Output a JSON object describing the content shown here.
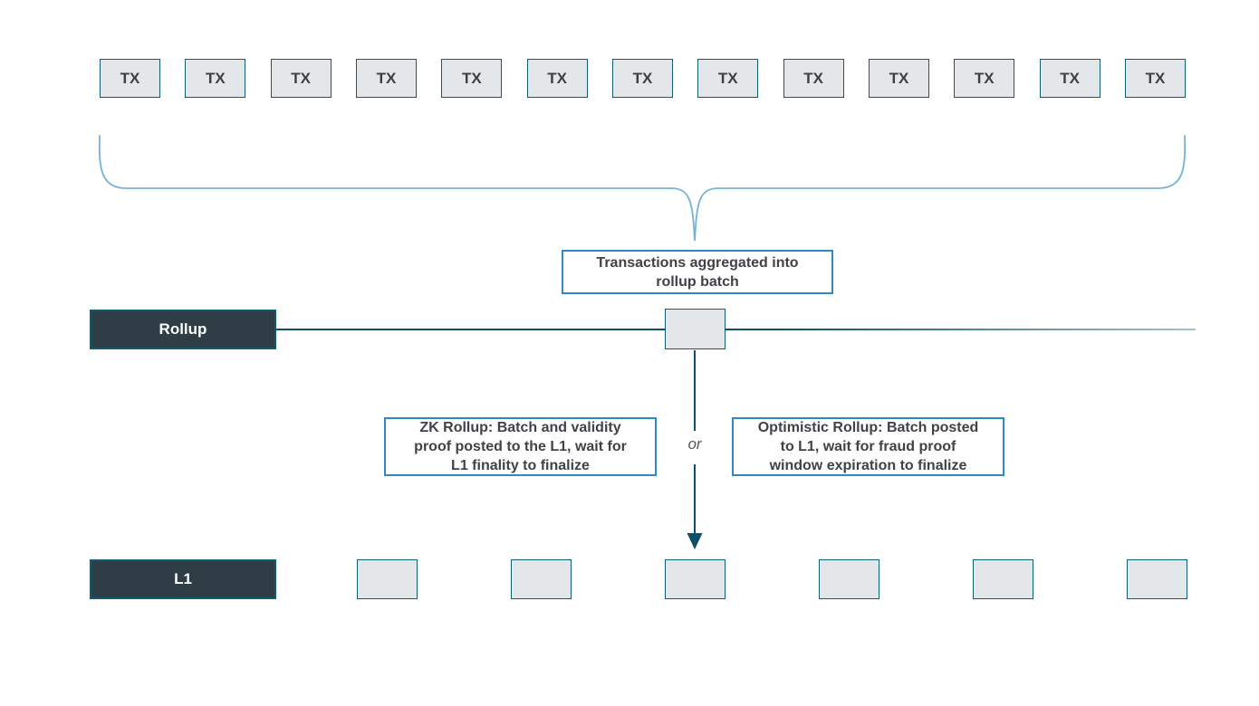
{
  "diagram": {
    "tx_row": {
      "blocks": [
        {
          "label": "TX"
        },
        {
          "label": "TX"
        },
        {
          "label": "TX"
        },
        {
          "label": "TX"
        },
        {
          "label": "TX"
        },
        {
          "label": "TX"
        },
        {
          "label": "TX"
        },
        {
          "label": "TX"
        },
        {
          "label": "TX"
        },
        {
          "label": "TX"
        },
        {
          "label": "TX"
        },
        {
          "label": "TX"
        },
        {
          "label": "TX"
        }
      ]
    },
    "aggregation_label": {
      "lines": [
        "Transactions aggregated into",
        "rollup batch"
      ]
    },
    "rollup_lane": {
      "label": "Rollup"
    },
    "l1_lane": {
      "label": "L1"
    },
    "zk_note": {
      "lines": [
        "ZK Rollup: Batch and validity",
        "proof posted to the L1, wait for",
        "L1 finality to finalize"
      ]
    },
    "or_label": "or",
    "optimistic_note": {
      "lines": [
        "Optimistic Rollup: Batch posted",
        "to L1, wait for fraud proof",
        "window expiration to finalize"
      ]
    },
    "l1_blocks_count": 6,
    "colors": {
      "note_border_blue": "#2e89c5",
      "brace_blue": "#74b2d8",
      "line_teal": "#0d5068",
      "line_fade": "#a3c2cc",
      "lane_fill": "#2f3d46",
      "lane_border": "#0e5a70",
      "block_fill": "#e3e7ea",
      "block_border": "#115e73",
      "text_dark": "#3f4246",
      "lane_text": "#ffffff"
    }
  }
}
